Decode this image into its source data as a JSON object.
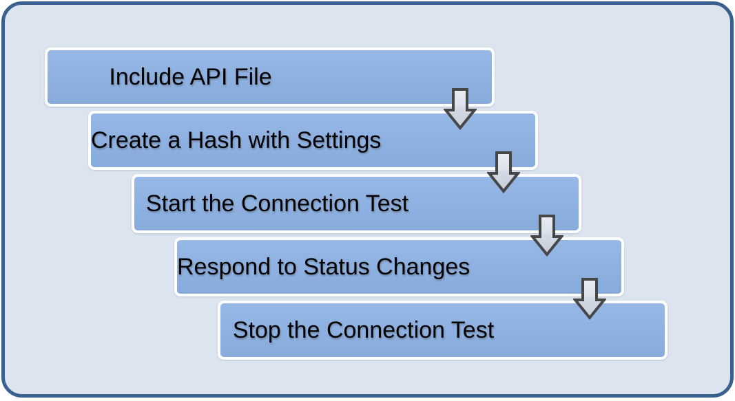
{
  "diagram": {
    "type": "step-down-process",
    "steps": [
      {
        "label": "Include API File"
      },
      {
        "label": "Create a Hash with Settings"
      },
      {
        "label": "Start the Connection Test"
      },
      {
        "label": "Respond to Status Changes"
      },
      {
        "label": "Stop the Connection Test"
      }
    ],
    "connector_icon": "down-arrow-icon",
    "colors": {
      "page_background": "#FFFFFF",
      "container_fill": "#DCE4F0",
      "container_border": "#3A6090",
      "step_fill": "#8FB2E2",
      "step_border": "#FFFFFF",
      "step_text": "#000000",
      "arrow_fill_top": "#E9EDF3",
      "arrow_fill_bottom": "#C7CFDB",
      "arrow_stroke": "#464646"
    }
  }
}
